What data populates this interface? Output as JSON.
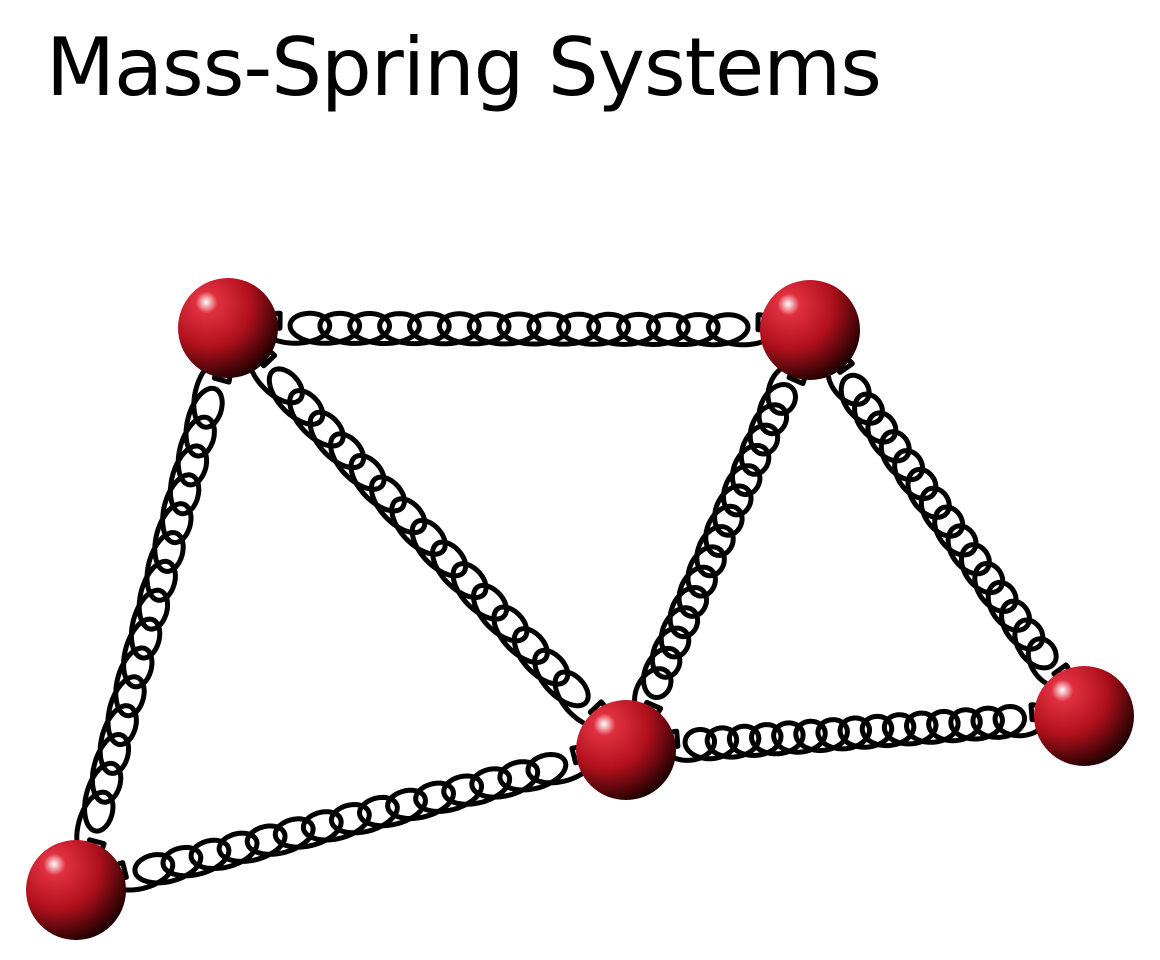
{
  "slide": {
    "title": "Mass-Spring Systems"
  },
  "diagram": {
    "node_color": "#b0101c",
    "node_highlight": "#ffffff",
    "spring_color": "#000000",
    "masses": [
      {
        "id": "top-left"
      },
      {
        "id": "top-right"
      },
      {
        "id": "bottom-left"
      },
      {
        "id": "center"
      },
      {
        "id": "right"
      }
    ],
    "springs": [
      {
        "from": "top-left",
        "to": "top-right"
      },
      {
        "from": "top-left",
        "to": "bottom-left"
      },
      {
        "from": "top-left",
        "to": "center"
      },
      {
        "from": "top-right",
        "to": "center"
      },
      {
        "from": "top-right",
        "to": "right"
      },
      {
        "from": "bottom-left",
        "to": "center"
      },
      {
        "from": "center",
        "to": "right"
      }
    ]
  }
}
